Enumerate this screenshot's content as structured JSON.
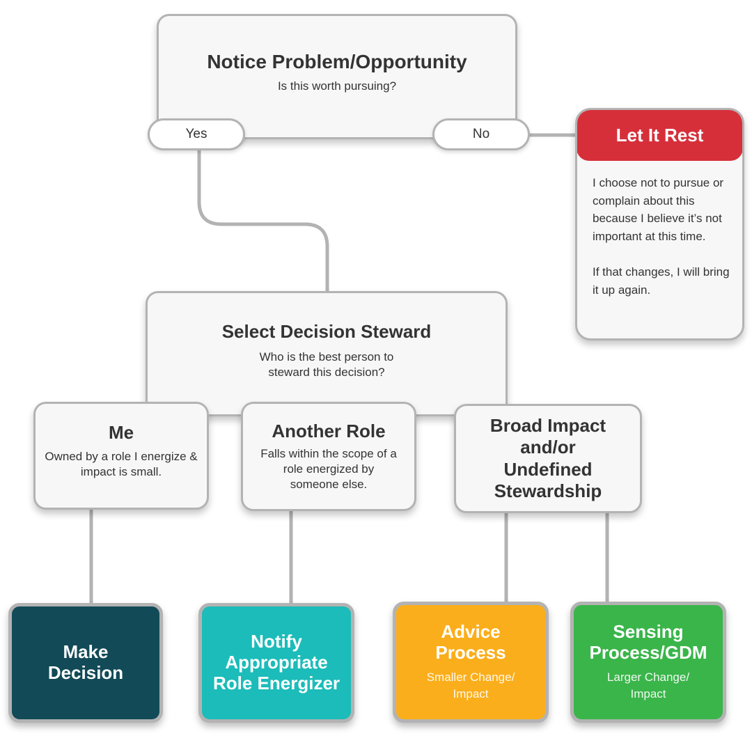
{
  "colors": {
    "connector": "#b3b3b3",
    "box_fill": "#f7f7f7",
    "let_it_rest": "#d62f3a",
    "make_decision": "#124a57",
    "notify": "#1bbcb9",
    "advice": "#fbae1b",
    "sensing": "#3ab54a"
  },
  "notice": {
    "title": "Notice Problem/Opportunity",
    "subtitle": "Is this worth pursuing?"
  },
  "answers": {
    "yes": "Yes",
    "no": "No"
  },
  "let_it_rest": {
    "title": "Let It Rest",
    "body_1": "I choose not to pursue or complain about this because I believe it’s not important at this time.",
    "body_2": "If that changes, I will bring it up again."
  },
  "steward": {
    "title": "Select Decision Steward",
    "subtitle": "Who is the best person to steward this decision?"
  },
  "options": [
    {
      "title": "Me",
      "subtitle": "Owned by a role I energize & impact is small."
    },
    {
      "title": "Another Role",
      "subtitle": "Falls within the scope of a role energized by someone else."
    },
    {
      "title": "Broad Impact and/or Undefined Stewardship",
      "subtitle": ""
    }
  ],
  "outcomes": [
    {
      "title": "Make Decision",
      "subtitle": ""
    },
    {
      "title": "Notify Appropriate Role Energizer",
      "subtitle": ""
    },
    {
      "title": "Advice Process",
      "subtitle": "Smaller Change/ Impact"
    },
    {
      "title": "Sensing Process/GDM",
      "subtitle": "Larger Change/ Impact"
    }
  ]
}
